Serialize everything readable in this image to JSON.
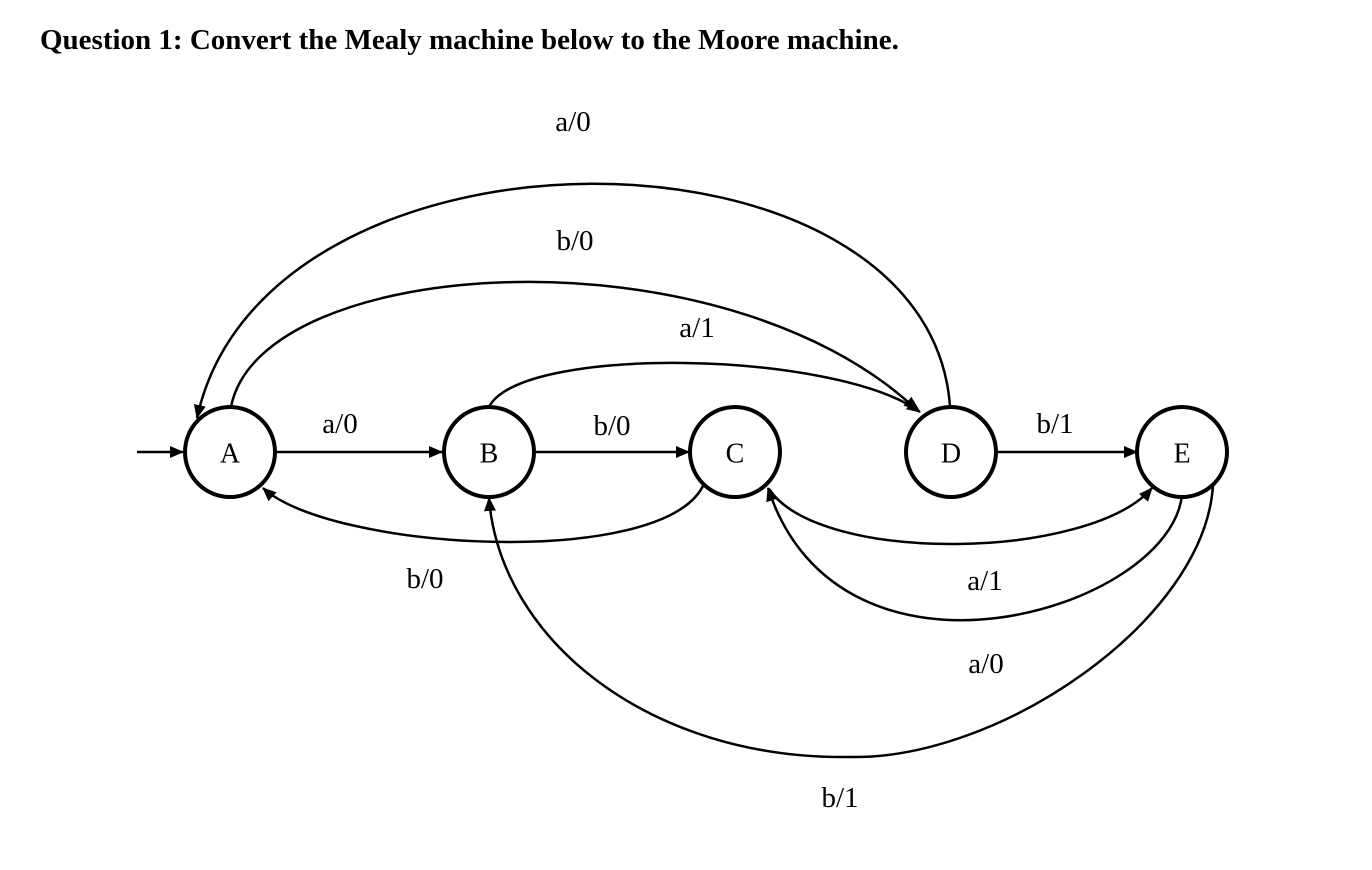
{
  "question": {
    "text": "Question 1: Convert the Mealy machine below to the Moore machine."
  },
  "diagram": {
    "start_state": "A",
    "states": [
      {
        "id": "A",
        "label": "A"
      },
      {
        "id": "B",
        "label": "B"
      },
      {
        "id": "C",
        "label": "C"
      },
      {
        "id": "D",
        "label": "D"
      },
      {
        "id": "E",
        "label": "E"
      }
    ],
    "transitions": [
      {
        "from": "A",
        "to": "B",
        "label": "a/0"
      },
      {
        "from": "A",
        "to": "D",
        "label": "b/0"
      },
      {
        "from": "B",
        "to": "C",
        "label": "b/0"
      },
      {
        "from": "B",
        "to": "D",
        "label": "a/1"
      },
      {
        "from": "C",
        "to": "A",
        "label": "b/0"
      },
      {
        "from": "C",
        "to": "E",
        "label": "a/1"
      },
      {
        "from": "D",
        "to": "A",
        "label": "a/0"
      },
      {
        "from": "D",
        "to": "E",
        "label": "b/1"
      },
      {
        "from": "E",
        "to": "C",
        "label": "a/0"
      },
      {
        "from": "E",
        "to": "B",
        "label": "b/1"
      }
    ]
  }
}
